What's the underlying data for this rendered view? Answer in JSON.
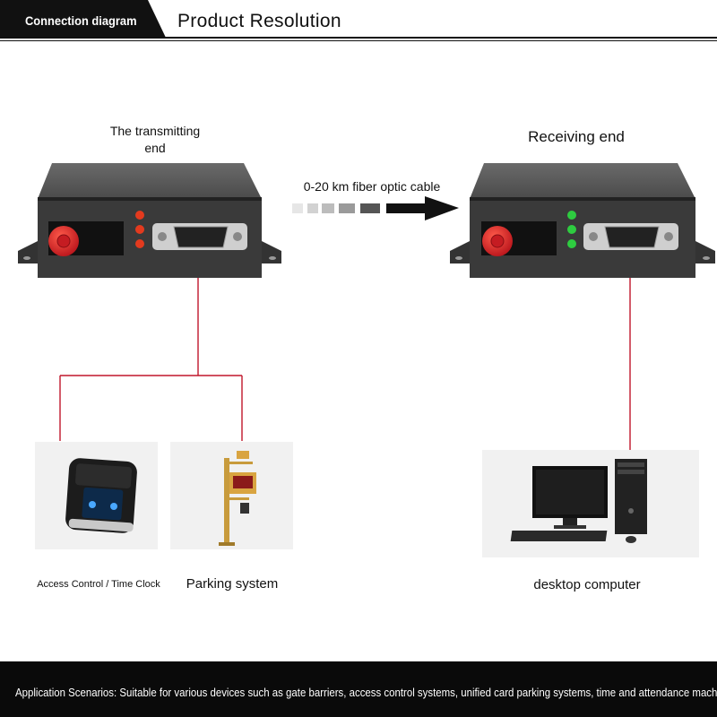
{
  "header": {
    "tag_label": "Connection diagram",
    "title": "Product Resolution"
  },
  "transmitter": {
    "label_line1": "The transmitting",
    "label_line2": "end",
    "led_color": "#e33a1e"
  },
  "receiver": {
    "label": "Receiving end",
    "led_color": "#2ecc40"
  },
  "cable": {
    "label": "0-20 km fiber optic cable"
  },
  "devices": {
    "access_control": "Access Control / Time Clock",
    "parking": "Parking system",
    "desktop": "desktop computer"
  },
  "colors": {
    "connector_line": "#c0162b",
    "device_body": "#3a3a3a",
    "fiber_cap": "#d8262a"
  },
  "footer": {
    "text": "Application Scenarios: Suitable for various devices such as gate barriers, access control systems, unified card parking systems, time and attendance machines,"
  }
}
